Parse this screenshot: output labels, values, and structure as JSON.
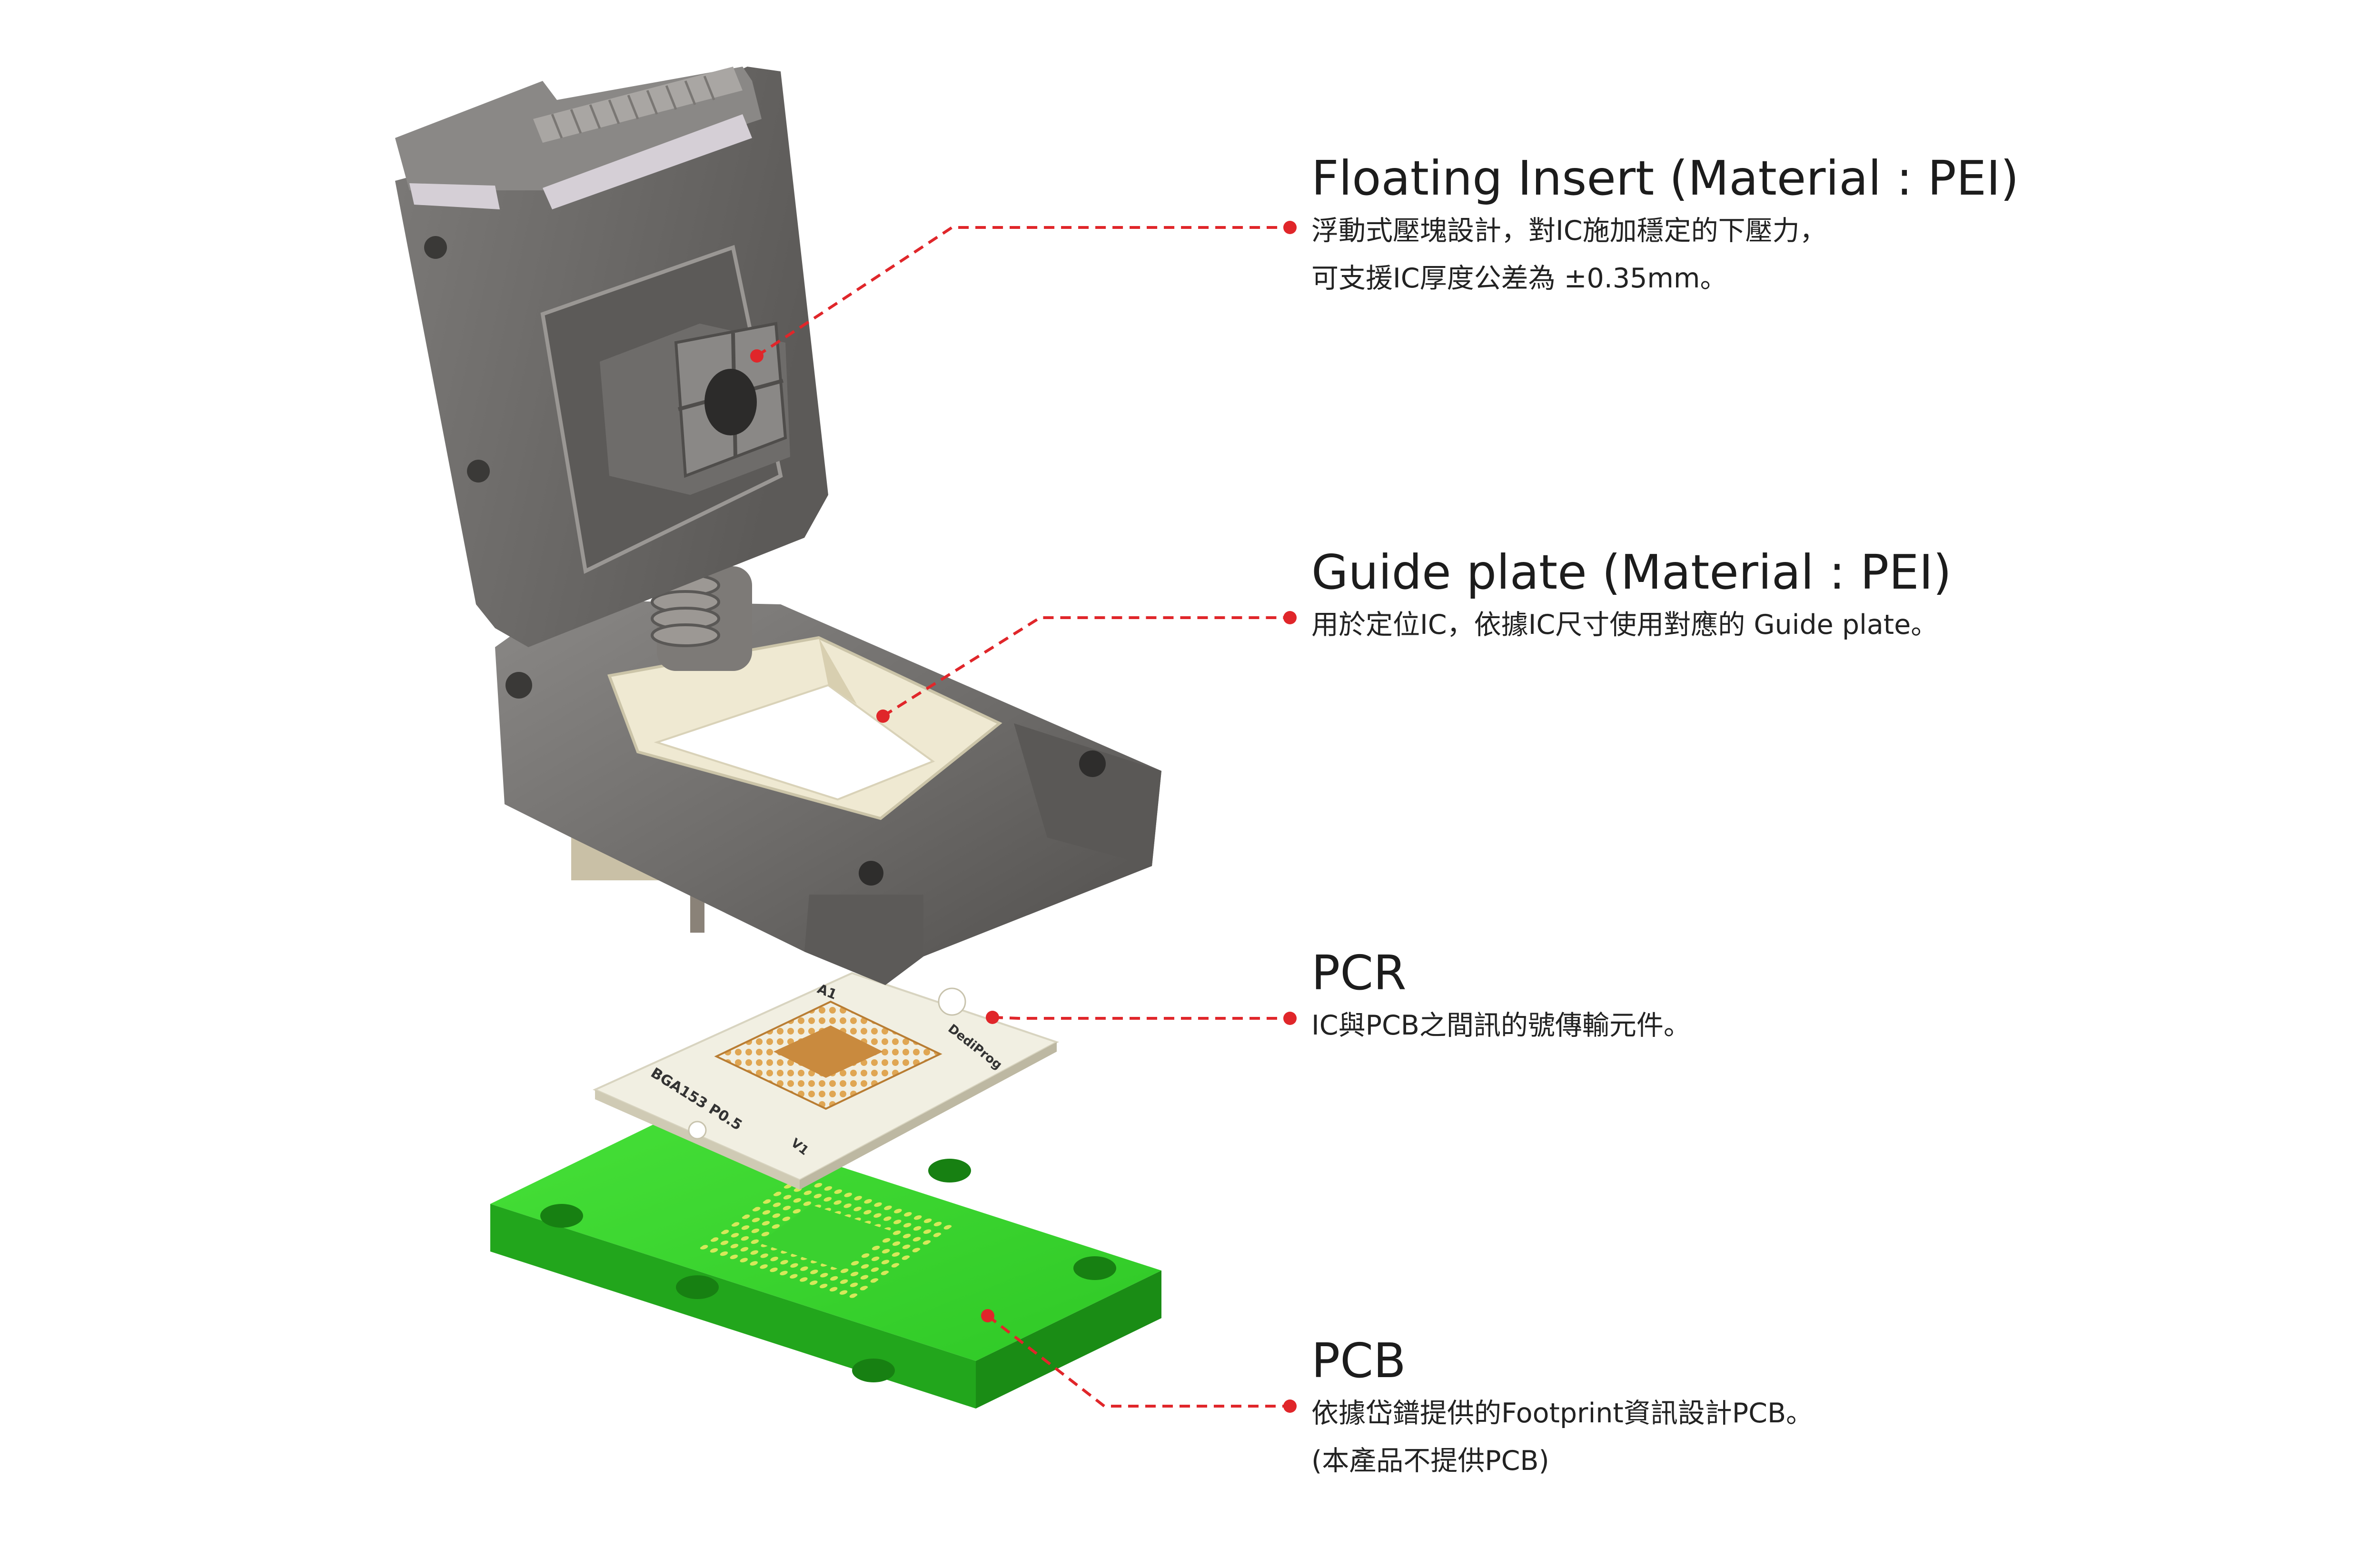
{
  "colors": {
    "leader": "#e0262a",
    "body": "#6e6c6a",
    "body_dark": "#4f4d4b",
    "guide": "#efe9d2",
    "pcb": "#38d42c",
    "pcb_side": "#1d9a18",
    "pcr": "#f1efe2",
    "pad": "#c98a3e"
  },
  "callouts": [
    {
      "id": "floating",
      "title": "Floating Insert (Material : PEI)",
      "lines": [
        "浮動式壓塊設計，對IC施加穩定的下壓力，",
        "可支援IC厚度公差為 ±0.35mm。"
      ]
    },
    {
      "id": "guide",
      "title": "Guide plate (Material : PEI)",
      "lines": [
        "用於定位IC，依據IC尺寸使用對應的 Guide plate。"
      ]
    },
    {
      "id": "pcr",
      "title": "PCR",
      "lines": [
        "IC與PCB之間訊的號傳輸元件。"
      ]
    },
    {
      "id": "pcb",
      "title": "PCB",
      "lines": [
        "依據岱鐠提供的Footprint資訊設計PCB。",
        "(本產品不提供PCB)"
      ]
    }
  ],
  "pcr_marks": {
    "a1": "A1",
    "brand": "DediProg",
    "part": "BGA153 P0.5",
    "version": "V1"
  }
}
